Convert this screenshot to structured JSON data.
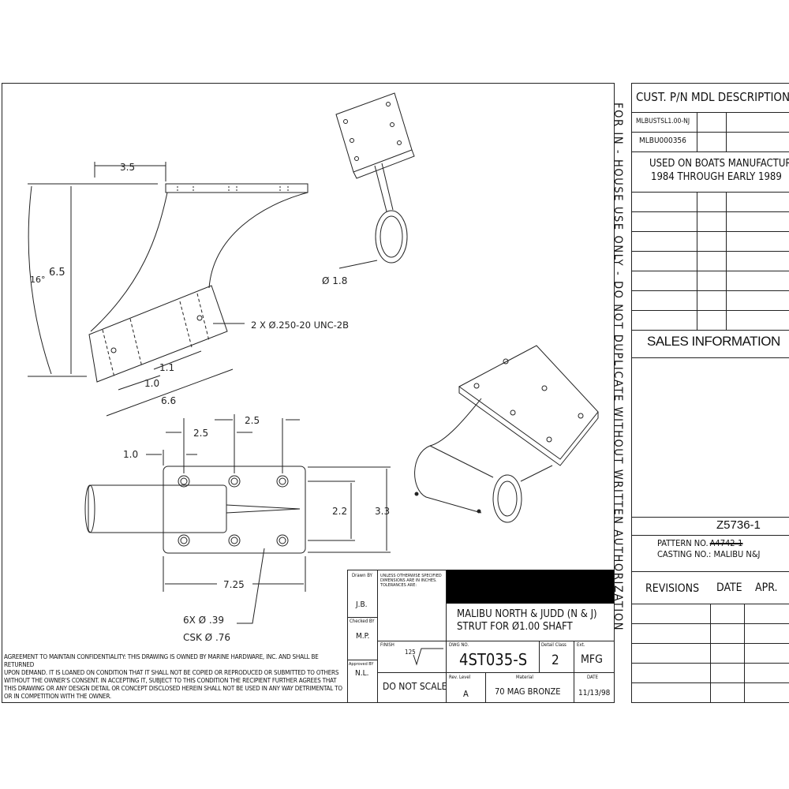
{
  "side_notice": "FOR IN - HOUSE USE ONLY - DO NOT DUPLICATE WITHOUT WRITTEN AUTHORIZATION",
  "right_panel": {
    "header": "CUST. P/N  MDL DESCRIPTION",
    "part_numbers": [
      "MLBUSTSL1.00-NJ",
      "MLBU000356"
    ],
    "usage_note": [
      "USED ON BOATS MANUFACTURED",
      "1984 THROUGH EARLY 1989"
    ],
    "sales_information": "SALES INFORMATION",
    "z_number": "Z5736-1",
    "pattern_label": "PATTERN NO.",
    "pattern_value_struck": "A4742-1",
    "casting_line": "CASTING NO.: MALIBU N&J",
    "revisions": {
      "label": "REVISIONS",
      "date": "DATE",
      "apr": "APR."
    }
  },
  "dimensions": {
    "side_view": {
      "top": "3.5",
      "height": "6.5",
      "angle": "16°",
      "hole_note": "2 X Ø.250-20 UNC-2B",
      "d1": "1.1",
      "d2": "1.0",
      "length": "6.6"
    },
    "top_view": {
      "dia": "Ø 1.8"
    },
    "plan_view": {
      "spacing1": "2.5",
      "spacing2": "2.5",
      "offset": "1.0",
      "inner_width": "2.2",
      "outer_width": "3.3",
      "length": "7.25",
      "holes": "6X Ø .39",
      "csk": "CSK Ø .76"
    }
  },
  "confidentiality": [
    "AGREEMENT TO MAINTAIN CONFIDENTIALITY: THIS DRAWING IS OWNED BY MARINE HARDWARE, INC. AND SHALL BE RETURNED",
    "UPON DEMAND. IT IS LOANED ON CONDITION THAT IT SHALL NOT BE COPIED OR REPRODUCED OR SUBMITTED TO OTHERS",
    "WITHOUT THE OWNER'S CONSENT. IN ACCEPTING IT, SUBJECT TO THIS CONDITION THE RECIPIENT FURTHER AGREES THAT",
    "THIS DRAWING OR ANY DESIGN DETAIL OR CONCEPT DISCLOSED HEREIN SHALL NOT BE USED IN ANY WAY DETRIMENTAL TO",
    "OR IN COMPETITION WITH THE OWNER."
  ],
  "title_block": {
    "drawn_by_label": "Drawn BY",
    "drawn_by": "J.B.",
    "checked_by_label": "Checked BY",
    "checked_by": "M.P.",
    "approved_by_label": "Approved BY",
    "approved_by": "N.L.",
    "tolerance_note": [
      "UNLESS OTHERWISE SPECIFIED",
      "DIMENSIONS ARE IN INCHES.",
      "TOLERANCES ARE:"
    ],
    "title_lines": [
      "MALIBU NORTH & JUDD (N & J)",
      "STRUT FOR Ø1.00 SHAFT"
    ],
    "finish_label": "FINISH",
    "finish_value": "125",
    "dwg_label": "DWG NO.",
    "dwg_no": "4ST035-S",
    "detail_class_label": "Detail Class",
    "detail_class": "2",
    "ext_label": "Ext.",
    "ext": "MFG",
    "do_not_scale": "DO NOT SCALE",
    "rev_label": "Rev. Level",
    "rev": "A",
    "material_label": "Material",
    "material": "70 MAG BRONZE",
    "date_label": "DATE",
    "date": "11/13/98"
  }
}
